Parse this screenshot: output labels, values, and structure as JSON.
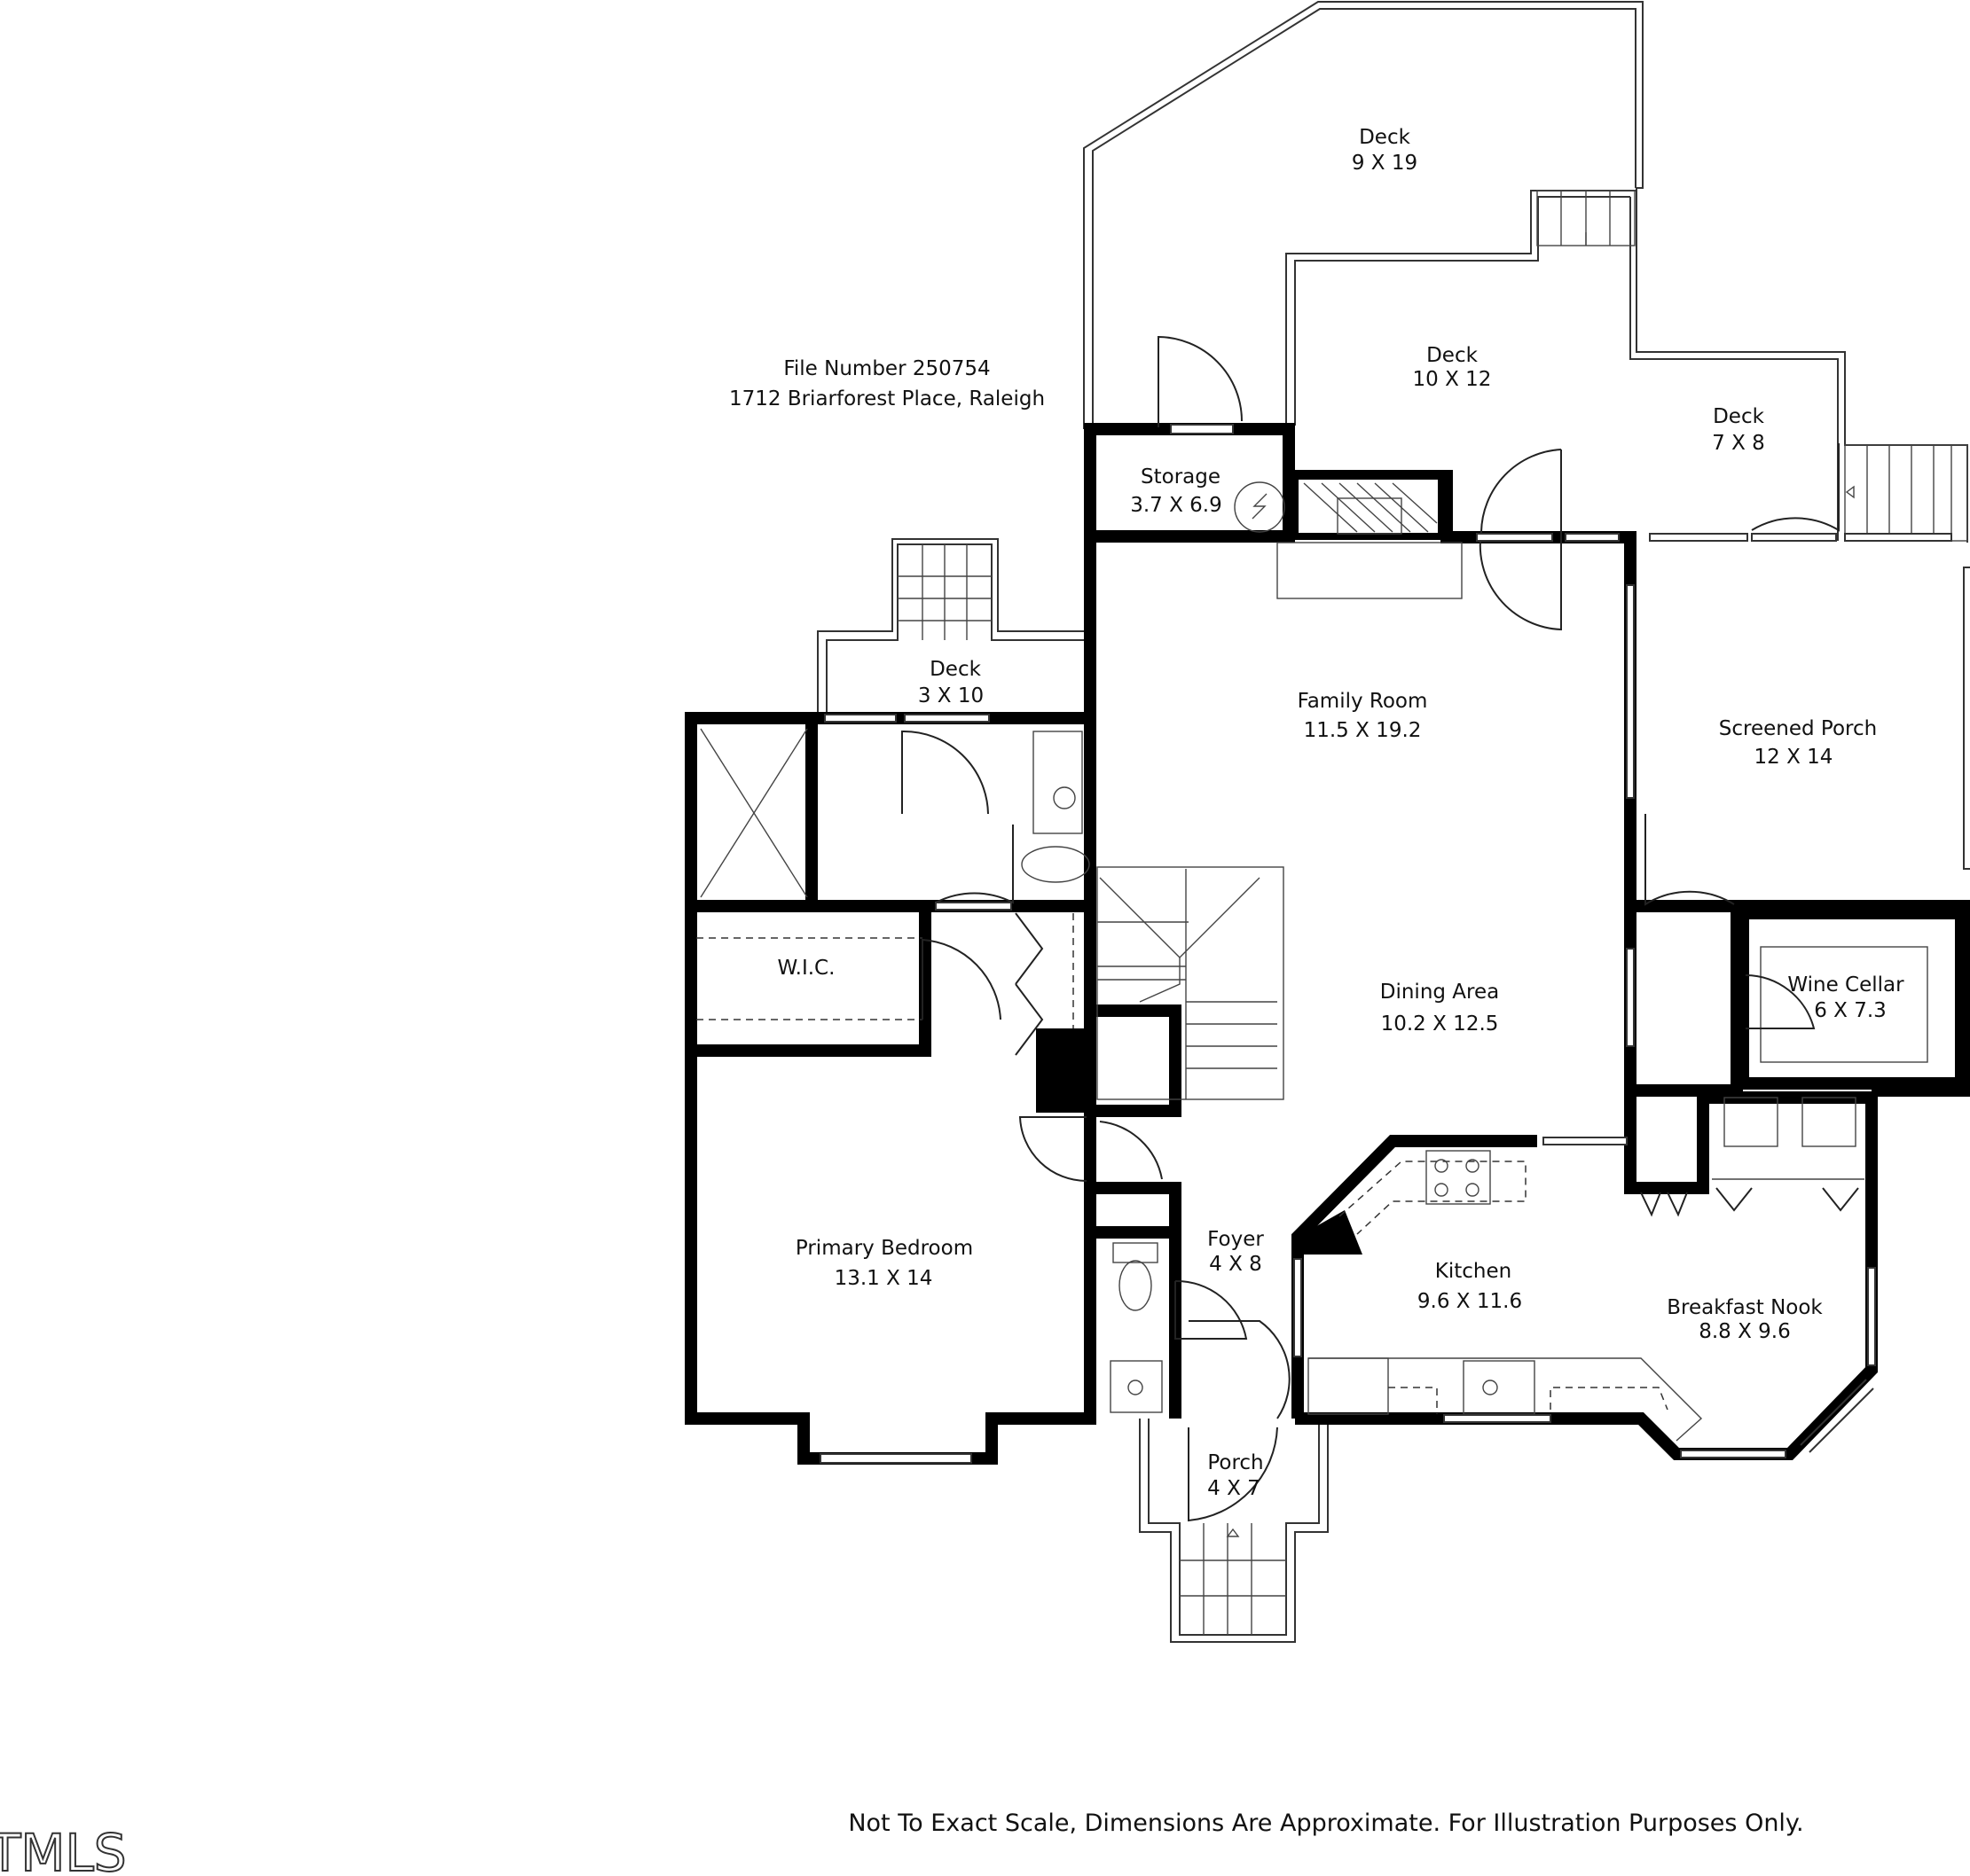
{
  "header": {
    "file_number": "File Number 250754",
    "address": "1712 Briarforest Place, Raleigh"
  },
  "rooms": {
    "deck_top": {
      "name": "Deck",
      "size": "9 X 19"
    },
    "deck_middle": {
      "name": "Deck",
      "size": "10 X 12"
    },
    "deck_right": {
      "name": "Deck",
      "size": "7 X 8"
    },
    "storage": {
      "name": "Storage",
      "size": "3.7 X 6.9"
    },
    "deck_left": {
      "name": "Deck",
      "size": "3 X 10"
    },
    "family_room": {
      "name": "Family Room",
      "size": "11.5 X 19.2"
    },
    "screened_porch": {
      "name": "Screened Porch",
      "size": "12 X 14"
    },
    "wic": {
      "name": "W.I.C.",
      "size": ""
    },
    "dining_area": {
      "name": "Dining Area",
      "size": "10.2 X 12.5"
    },
    "wine_cellar": {
      "name": "Wine Cellar",
      "size": "6 X 7.3"
    },
    "primary_bedroom": {
      "name": "Primary Bedroom",
      "size": "13.1 X 14"
    },
    "foyer": {
      "name": "Foyer",
      "size": "4 X 8"
    },
    "kitchen": {
      "name": "Kitchen",
      "size": "9.6 X 11.6"
    },
    "breakfast_nook": {
      "name": "Breakfast Nook",
      "size": "8.8 X 9.6"
    },
    "porch": {
      "name": "Porch",
      "size": "4 X 7"
    }
  },
  "footer": {
    "disclaimer": "Not To Exact Scale, Dimensions Are Approximate. For Illustration Purposes Only.",
    "watermark": "TMLS"
  }
}
